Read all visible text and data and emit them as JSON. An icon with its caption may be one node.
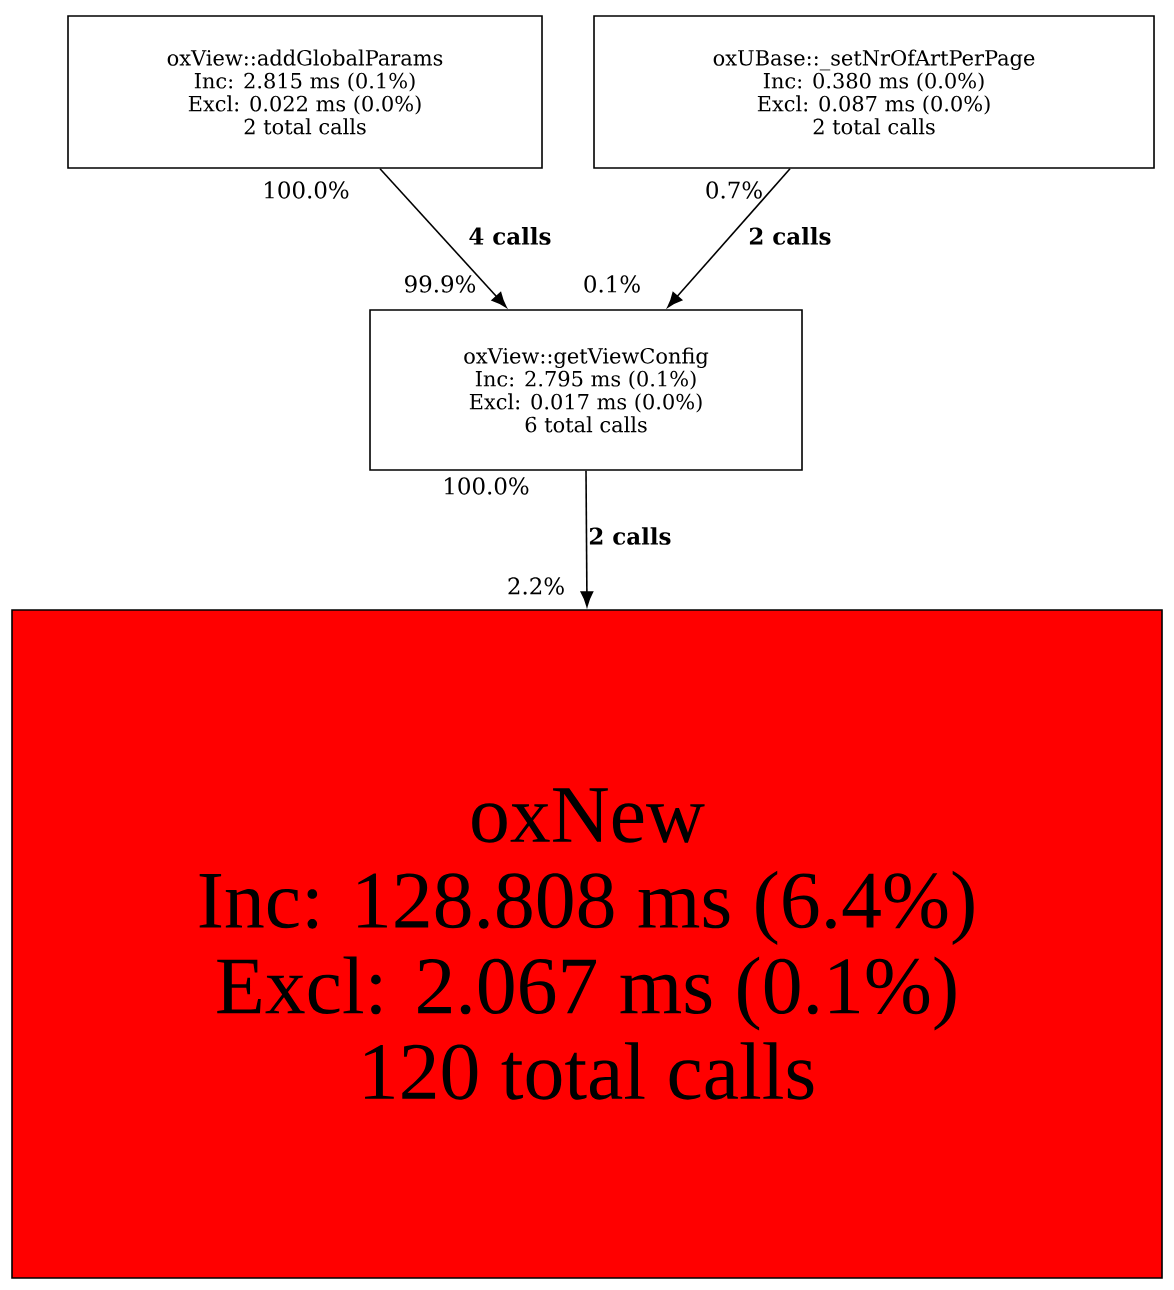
{
  "diagram": {
    "nodes": [
      {
        "text": [
          "oxView::addGlobalParams",
          "Inc: 2.815 ms (0.1%)",
          "Excl: 0.022 ms (0.0%)",
          "2 total calls"
        ]
      },
      {
        "text": [
          "oxUBase::_setNrOfArtPerPage",
          "Inc: 0.380 ms (0.0%)",
          "Excl: 0.087 ms (0.0%)",
          "2 total calls"
        ]
      },
      {
        "text": [
          "oxView::getViewConfig",
          "Inc: 2.795 ms (0.1%)",
          "Excl: 0.017 ms (0.0%)",
          "6 total calls"
        ]
      },
      {
        "text": [
          "oxNew",
          "Inc: 128.808 ms (6.4%)",
          "Excl: 2.067 ms (0.1%)",
          "120 total calls"
        ]
      }
    ],
    "edges": [
      {
        "from": 0,
        "to": 2,
        "arrow": "to",
        "label": "4 calls"
      },
      {
        "from": 1,
        "to": 2,
        "arrow": "to",
        "label": "2 calls"
      },
      {
        "from": 2,
        "to": 3,
        "arrow": "to",
        "label": "2 calls"
      }
    ],
    "labels": [
      "100.0%",
      "0.7%",
      "99.9%",
      "0.1%",
      "100.0%",
      "2.2%"
    ]
  }
}
